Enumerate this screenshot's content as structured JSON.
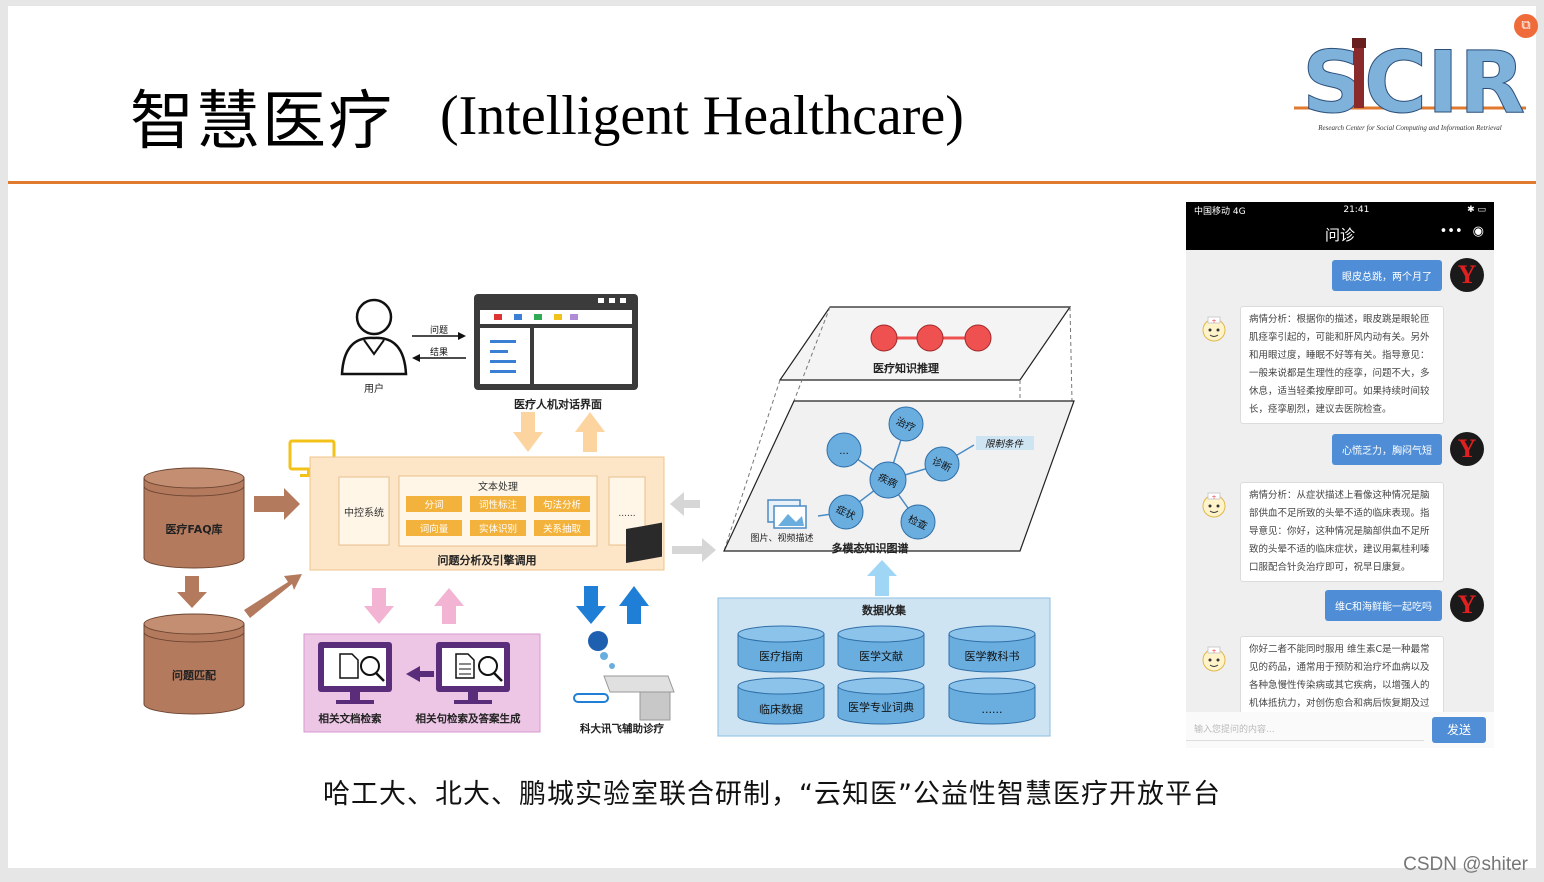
{
  "title": {
    "zh": "智慧医疗",
    "en": "(Intelligent Healthcare)"
  },
  "logo": {
    "text": "SCIR",
    "subtitle": "Research Center for Social Computing and Information Retrieval"
  },
  "badge_icon": "chat-badge-icon",
  "diagram": {
    "user_label": "用户",
    "arrow_question": "问题",
    "arrow_result": "结果",
    "dialog_ui_label": "医疗人机对话界面",
    "faq_db": "医疗FAQ库",
    "match_db": "问题匹配",
    "central_control": "中控系统",
    "text_processing": "文本处理",
    "nlp_tasks": [
      "分词",
      "词性标注",
      "句法分析",
      "词向量",
      "实体识别",
      "关系抽取"
    ],
    "ellipsis": "......",
    "analysis_label": "问题分析及引擎调用",
    "doc_retrieval": "相关文档检索",
    "sent_retrieval": "相关句检索及答案生成",
    "iflytek": "科大讯飞辅助诊疗",
    "kg_reasoning": "医疗知识推理",
    "kg_nodes": [
      "治疗",
      "诊断",
      "疾病",
      "症状",
      "检查",
      "..."
    ],
    "kg_constraint": "限制条件",
    "kg_image": "图片、视频描述",
    "kg_label": "多模态知识图谱",
    "data_collect": "数据收集",
    "data_sources": [
      "医疗指南",
      "医学文献",
      "医学教科书",
      "临床数据",
      "医学专业词典",
      "......"
    ]
  },
  "phone": {
    "carrier": "中国移动  4G",
    "time": "21:41",
    "title": "问诊",
    "messages": [
      {
        "from": "user",
        "text": "眼皮总跳，两个月了"
      },
      {
        "from": "bot",
        "text": "病情分析：根据你的描述，眼皮跳是眼轮匝肌痉挛引起的，可能和肝风内动有关。另外和用眼过度，睡眠不好等有关。指导意见：一般来说都是生理性的痉挛，问题不大，多休息，适当轻柔按摩即可。如果持续时间较长，痉挛剧烈，建议去医院检查。"
      },
      {
        "from": "user",
        "text": "心慌乏力，胸闷气短"
      },
      {
        "from": "bot",
        "text": "病情分析：从症状描述上看像这种情况是脑部供血不足所致的头晕不适的临床表现。指导意见：你好，这种情况是脑部供血不足所致的头晕不适的临床症状，建议用氟桂利嗪口服配合针灸治疗即可，祝早日康复。"
      },
      {
        "from": "user",
        "text": "维C和海鲜能一起吃吗"
      },
      {
        "from": "bot",
        "text": "你好二者不能同时服用 维生素C是一种最常见的药品，通常用于预防和治疗坏血病以及各种急慢性传染病或其它疾病，以增强人的机体抵抗力，对创伤愈合和病后恢复期及过"
      }
    ],
    "input_placeholder": "输入您提问的内容...",
    "send_label": "发送"
  },
  "caption": "哈工大、北大、鹏城实验室联合研制，“云知医”公益性智慧医疗开放平台",
  "watermark": "CSDN @shiter",
  "colors": {
    "accent_rule": "#e07a2f",
    "db_brown": "#b47a5e",
    "peach_box": "#fde5c8",
    "orange_cell": "#f3b23c",
    "purple_box": "#edc6e6",
    "blue_box": "#cfe4f3",
    "node_blue": "#6aaee0",
    "node_red": "#ef5050",
    "chat_blue": "#4f8ed6"
  }
}
